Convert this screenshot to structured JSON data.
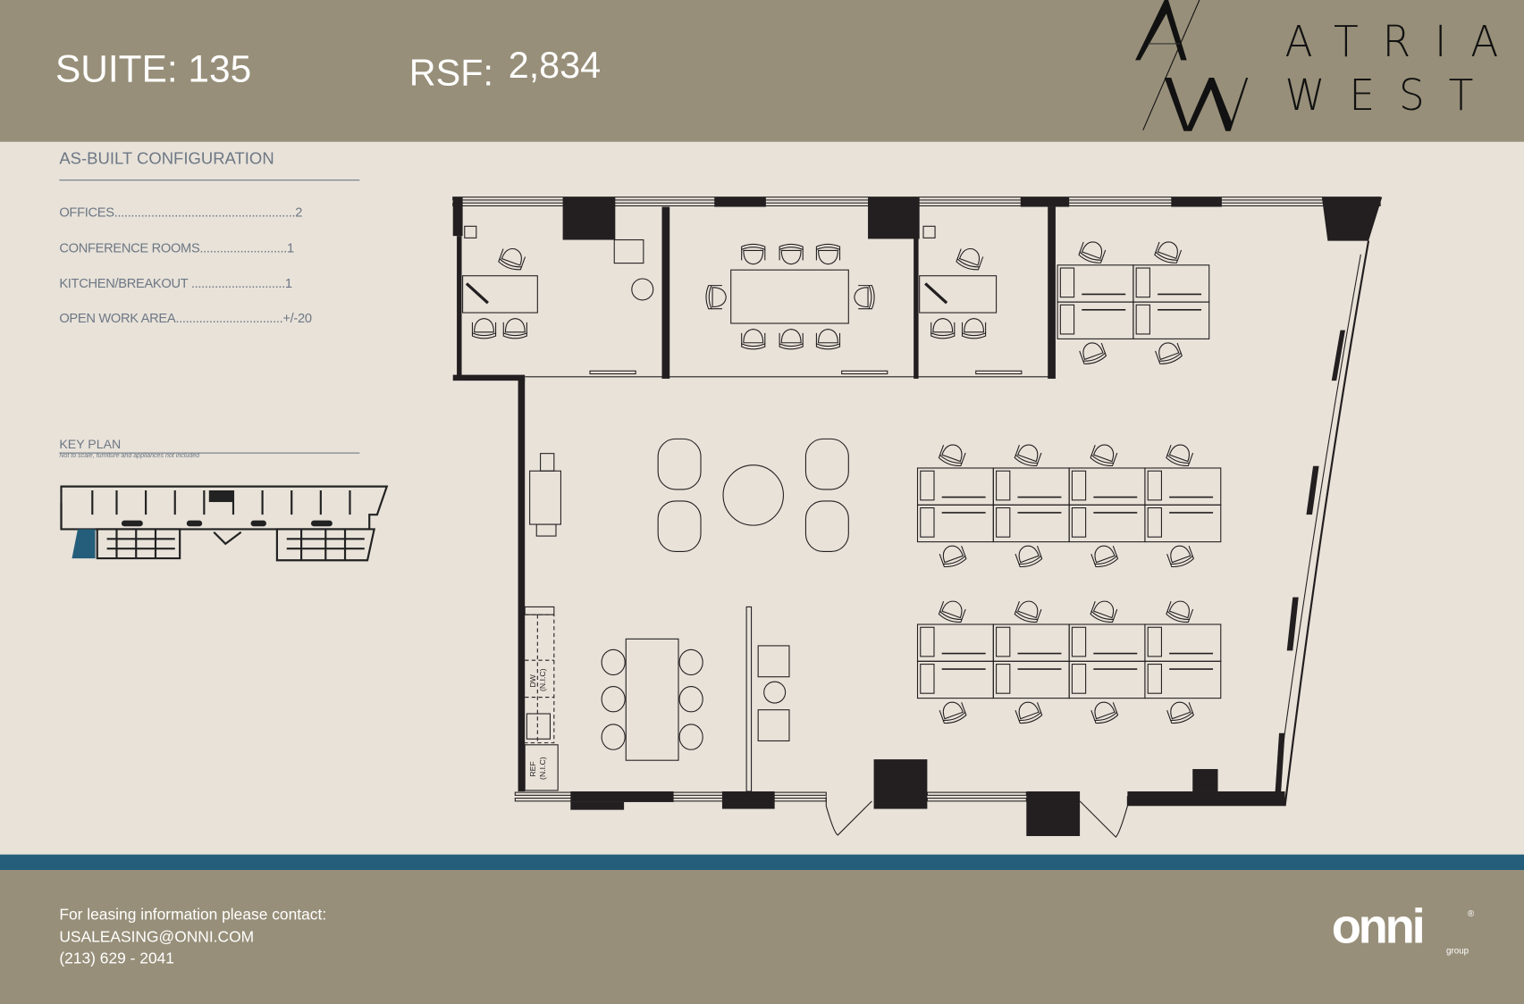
{
  "header": {
    "suite_label": "SUITE: 135",
    "rsf_label": "RSF:",
    "rsf_value": "2,834",
    "logo_monogram": "AW",
    "brand_line1": "ATRIA",
    "brand_line2": "WEST"
  },
  "config": {
    "title": "AS-BUILT CONFIGURATION",
    "items": [
      {
        "label": "OFFICES......................................................",
        "value": "2"
      },
      {
        "label": "CONFERENCE ROOMS..........................",
        "value": "1"
      },
      {
        "label": "KITCHEN/BREAKOUT ............................",
        "value": "1"
      },
      {
        "label": "OPEN WORK AREA................................",
        "value": "+/-20"
      }
    ]
  },
  "key_plan": {
    "title": "KEY PLAN",
    "note": "Not to scale, furniture and appliances not included",
    "highlight_color": "#245e7a"
  },
  "floor_plan": {
    "labels": {
      "dishwasher": "DW",
      "dishwasher_note": "(N.I.C)",
      "fridge": "REF",
      "fridge_note": "(N.I.C)"
    }
  },
  "footer": {
    "contact_intro": "For leasing information please contact:",
    "email": "USALEASING@ONNI.COM",
    "phone": "(213) 629 - 2041",
    "logo_text": "onni",
    "logo_sub": "group"
  },
  "colors": {
    "header_bg": "#978f79",
    "page_bg": "#e8e2d9",
    "accent_band": "#245e7a",
    "text_gray": "#6d7784"
  }
}
